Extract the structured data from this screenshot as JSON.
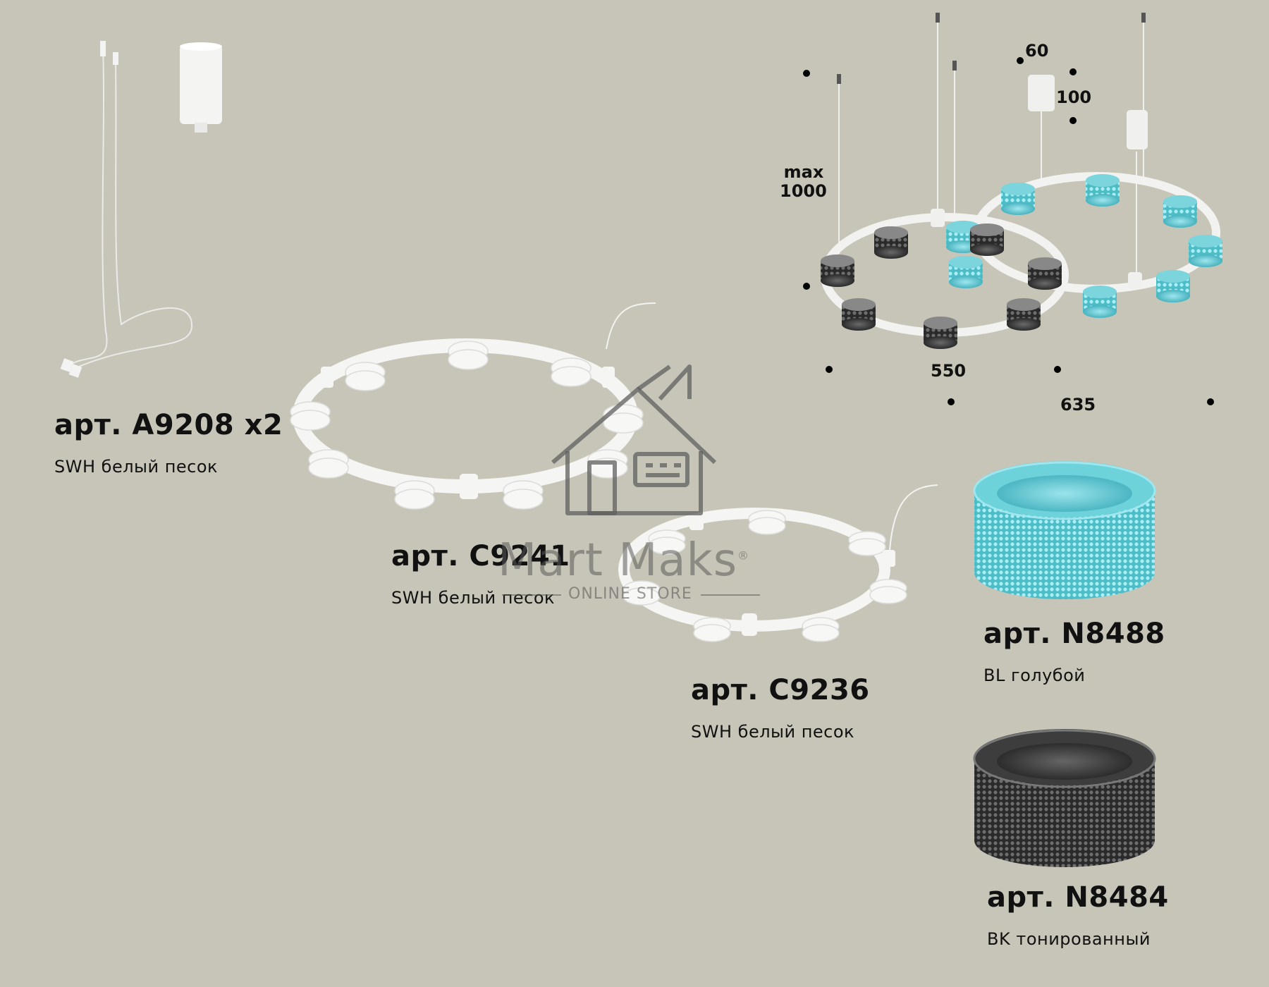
{
  "products": [
    {
      "article": "арт. A9208 x2",
      "color": "SWH белый песок"
    },
    {
      "article": "арт. C9241",
      "color": "SWH белый песок"
    },
    {
      "article": "арт. C9236",
      "color": "SWH белый песок"
    },
    {
      "article": "арт. N8488",
      "color": "BL голубой"
    },
    {
      "article": "арт. N8484",
      "color": "BK тонированный"
    }
  ],
  "dimensions": {
    "cap_width": "60",
    "cap_height": "100",
    "max_label": "max",
    "max_value": "1000",
    "small_ring": "550",
    "large_ring": "635"
  },
  "watermark": {
    "brand": "Mart Maks",
    "registered": "®",
    "tagline": "ONLINE STORE"
  },
  "colors": {
    "background": "#c7c5b7",
    "fixture_white": "#f4f4f2",
    "crystal_blue": "#5fc6cf",
    "crystal_smoked": "#3a3a3a",
    "text": "#111111"
  }
}
